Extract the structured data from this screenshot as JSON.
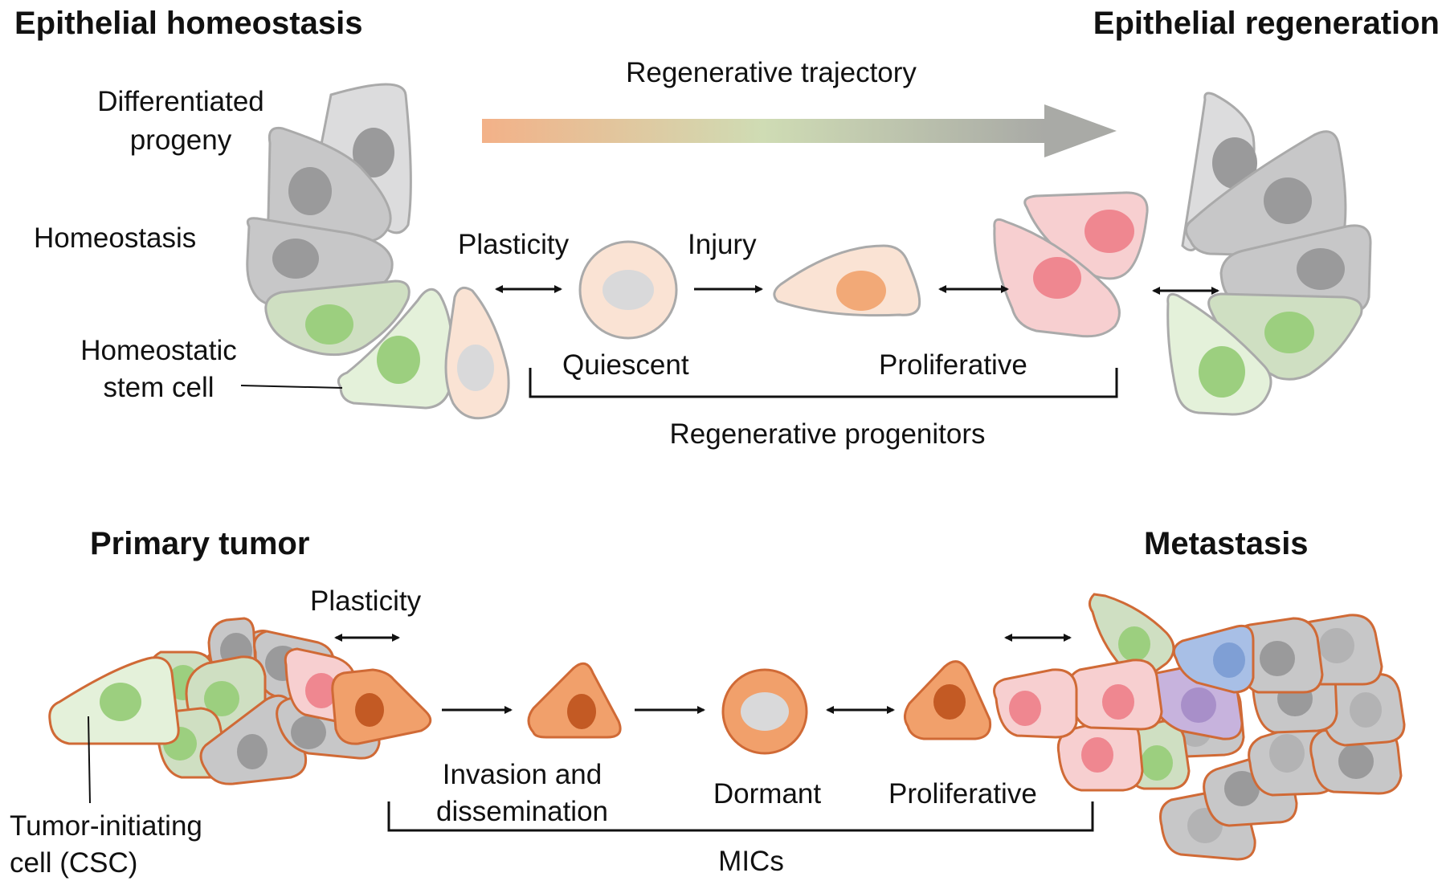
{
  "top": {
    "title_left": "Epithelial homeostasis",
    "title_right": "Epithelial regeneration",
    "trajectory_label": "Regenerative trajectory",
    "label_differentiated_1": "Differentiated",
    "label_differentiated_2": "progeny",
    "label_homeostasis": "Homeostasis",
    "label_stem_1": "Homeostatic",
    "label_stem_2": "stem cell",
    "label_plasticity": "Plasticity",
    "label_injury": "Injury",
    "label_quiescent": "Quiescent",
    "label_proliferative": "Proliferative",
    "label_progenitors": "Regenerative progenitors"
  },
  "bottom": {
    "title_left": "Primary tumor",
    "title_right": "Metastasis",
    "label_plasticity": "Plasticity",
    "label_invasion_1": "Invasion and",
    "label_invasion_2": "dissemination",
    "label_dormant": "Dormant",
    "label_proliferative": "Proliferative",
    "label_mics": "MICs",
    "label_csc_1": "Tumor-initiating",
    "label_csc_2": "cell (CSC)"
  },
  "colors": {
    "gray_fill": "#c7c7c8",
    "gray_light": "#dcdcdd",
    "gray_nucleus": "#9a9a9b",
    "green_fill": "#cfdfc2",
    "green_light": "#e4f1da",
    "green_nucleus": "#9ccf7f",
    "peach_fill": "#fae3d4",
    "peach_nucleus": "#f2a977",
    "pink_fill": "#f7cfd0",
    "pink_nucleus": "#ef8790",
    "orange_fill": "#f1a06b",
    "orange_nucleus": "#c35a24",
    "orange_stroke": "#d06a36",
    "blue_fill": "#a8bfe6",
    "purple_fill": "#c7b3dd",
    "gradient": [
      "#f3b188",
      "#cfdcb4",
      "#a9aaa6"
    ]
  }
}
